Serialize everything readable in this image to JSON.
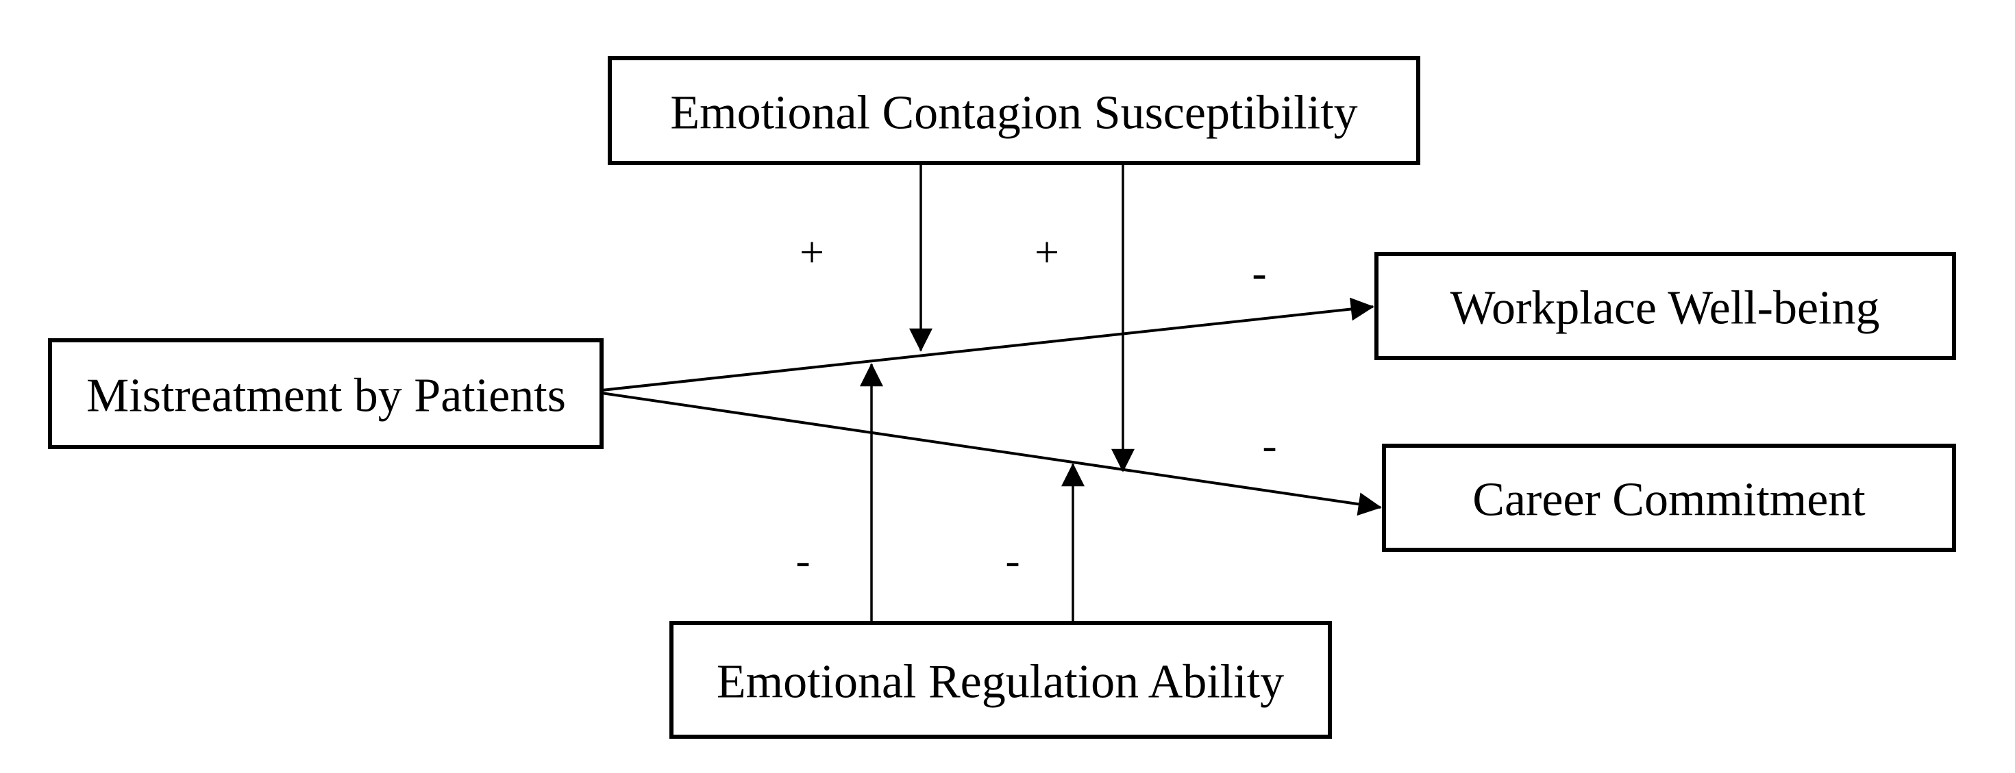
{
  "figure": {
    "background_color": "#ffffff",
    "stroke_color": "#000000",
    "boxes": {
      "contagion": {
        "label": "Emotional Contagion Susceptibility"
      },
      "mistreatment": {
        "label": "Mistreatment by Patients"
      },
      "wellbeing": {
        "label": "Workplace Well-being"
      },
      "career": {
        "label": "Career Commitment"
      },
      "regulation": {
        "label": "Emotional Regulation Ability"
      }
    },
    "signs": {
      "contagion_on_wellbeing_path": "+",
      "contagion_on_career_path": "+",
      "mistreatment_to_wellbeing": "-",
      "mistreatment_to_career": "-",
      "regulation_on_wellbeing_path": "-",
      "regulation_on_career_path": "-"
    }
  }
}
